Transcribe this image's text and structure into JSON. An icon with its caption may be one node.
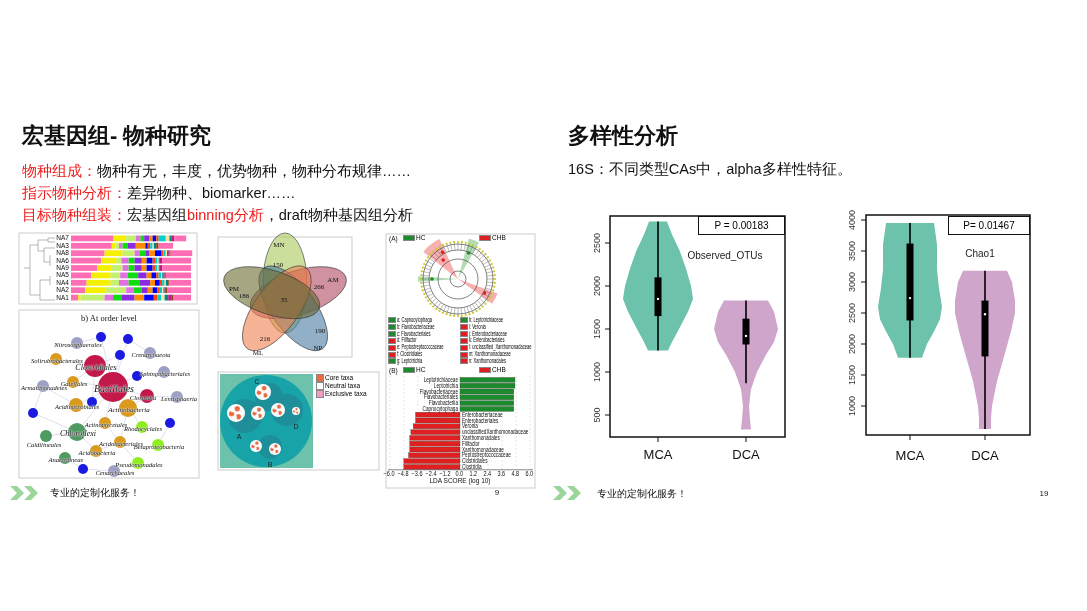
{
  "diagram": {
    "nodes": [
      {
        "text": [
          "P = 0.00183"
        ]
      },
      {
        "text": [
          "P= 0.01467"
        ]
      }
    ],
    "labels": [
      "宏基因组- 物种研究",
      "物种组成：",
      "物种有无，丰度，优势物种，物种分布规律……",
      "指示物种分析：",
      "差异物种、biomarker……",
      "目标物种组装：",
      "宏基因组",
      "binning分析",
      "，draft物种基因组分析",
      "NA7",
      "NA3",
      "NA8",
      "NA6",
      "NA9",
      "NA5",
      "NA4",
      "NA2",
      "NA1",
      "MN",
      "150",
      "PM",
      "186",
      "AM",
      "266",
      "35",
      "216",
      "190",
      "ML",
      "NP",
      "b) At order level",
      "Nitrososphaerales",
      "Crenarchaeota",
      "Solirubrobacterales",
      "Clostridiales",
      "Sphingobacteriales",
      "Gaiellales",
      "Bacillales",
      "Armatimonadetes",
      "Clostridia",
      "Lentisphaeria",
      "Acidimicrobiales",
      "Actinobacteria",
      "Chloroflexi",
      "Actinomycetales",
      "Rhodocyclales",
      "Caldilineales",
      "Acidobacteriales",
      "Betaproteobacteria",
      "Acidobacteria",
      "Anaerolineae",
      "Pseudomonadales",
      "Cenarchaeales",
      "C",
      "A",
      "D",
      "B",
      "(A)",
      "(B)",
      "Leptotrichiaceae",
      "Leptotrichia",
      "Flavobacteriaceae",
      "Flavobacteriales",
      "Flavobacteriia",
      "Capnocytophaga",
      "Enterobacteriaceae",
      "Enterobacteriales",
      "Veronia",
      "unclassifiedXanthomonadaceae",
      "Xanthomonadales",
      "Fillfactor",
      "Xanthomonadaceae",
      "Peptostreptococcaceae",
      "Clostridiales",
      "Clostridia",
      "−6.0",
      "−4.8",
      "−3.6",
      "−2.4",
      "−1.2",
      "0.0",
      "1.2",
      "2.4",
      "3.6",
      "4.8",
      "6.0",
      "LDA SCORE (log 10)",
      "专业的定制化服务！",
      "9",
      "多样性分析",
      "16S：不同类型CAs中，alpha多样性特征。",
      "2500",
      "2000",
      "1500",
      "1000",
      "500",
      "Observed_OTUs",
      "MCA",
      "DCA",
      "4000",
      "3500",
      "3000",
      "2500",
      "2000",
      "1500",
      "1000",
      "Chao1",
      "MCA",
      "DCA",
      "专业的定制化服务！",
      "19"
    ],
    "legend": [
      {
        "text": "HC",
        "color": "#1e8a2e"
      },
      {
        "text": "CHB",
        "color": "#e02020"
      },
      {
        "text": "a: Capnocytophaga",
        "color": "#1e8a2e"
      },
      {
        "text": "b: Flavobacteriaceae",
        "color": "#1e8a2e"
      },
      {
        "text": "c: Flavobacteriales",
        "color": "#1e8a2e"
      },
      {
        "text": "d: Fillfactor",
        "color": "#e02020"
      },
      {
        "text": "e: Peptostreptococcaceae",
        "color": "#e02020"
      },
      {
        "text": "f: Clostridiales",
        "color": "#e02020"
      },
      {
        "text": "g: Leptotrichia",
        "color": "#1e8a2e"
      },
      {
        "text": "h: Leptotrichiaceae",
        "color": "#1e8a2e"
      },
      {
        "text": "i: Veronia",
        "color": "#e02020"
      },
      {
        "text": "j: Enterobacteriaceae",
        "color": "#e02020"
      },
      {
        "text": "k: Enterobacteriales",
        "color": "#e02020"
      },
      {
        "text": "l: unclassified_Xanthomonadaceae",
        "color": "#e02020"
      },
      {
        "text": "m: Xanthomonadaceae",
        "color": "#e02020"
      },
      {
        "text": "n: Xanthomonadales",
        "color": "#e02020"
      },
      {
        "text": "HC",
        "color": "#1e8a2e"
      },
      {
        "text": "CHB",
        "color": "#e02020"
      },
      {
        "text": "Core taxa",
        "color": "#ee6a3c"
      },
      {
        "text": "Neutral taxa",
        "color": "#ffffff"
      },
      {
        "text": "Exclusive taxa",
        "color": "#f29cc4"
      }
    ]
  }
}
